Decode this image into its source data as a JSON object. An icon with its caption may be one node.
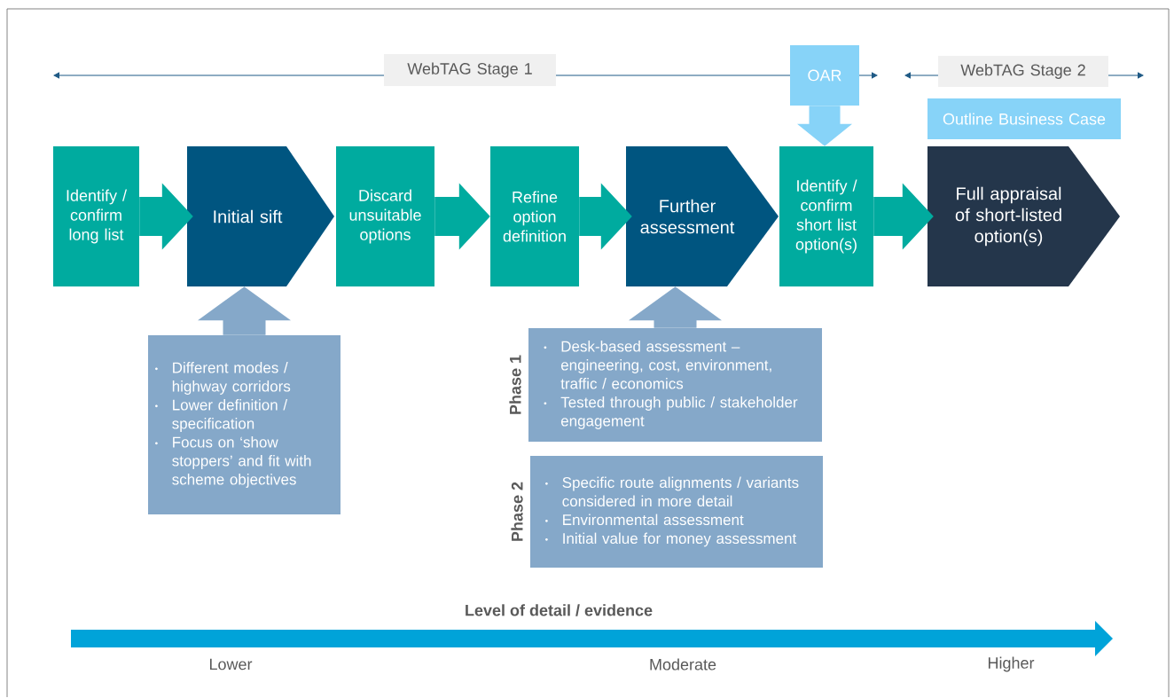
{
  "diagram": {
    "nodes": [
      {
        "text": [
          "Identify / confirm long list"
        ]
      },
      {
        "text": [
          "Initial sift"
        ]
      },
      {
        "text": [
          "Discard unsuitable options"
        ]
      },
      {
        "text": [
          "Refine option definition"
        ]
      },
      {
        "text": [
          "Further assessment"
        ]
      },
      {
        "text": [
          "Identify / confirm short list option(s)"
        ]
      },
      {
        "text": [
          "Full appraisal of short-listed option(s)"
        ]
      },
      {
        "text": [
          "OAR"
        ]
      },
      {
        "text": [
          "Outline Business Case"
        ]
      },
      {
        "text": [
          "Different modes / highway corridors",
          "Lower definition / specification",
          "Focus on ‘show stoppers’ and fit with scheme objectives"
        ]
      },
      {
        "text": [
          "Phase 1",
          "Desk-based assessment – engineering, cost, environment, traffic / economics",
          "Tested through public / stakeholder engagement"
        ]
      },
      {
        "text": [
          "Phase 2",
          "Specific route alignments / variants considered in more detail",
          "Environmental assessment",
          "Initial value for money assessment"
        ]
      },
      {
        "text": [
          "WebTAG Stage 1"
        ]
      },
      {
        "text": [
          "WebTAG Stage 2"
        ]
      }
    ],
    "edges": [
      {
        "from": 0,
        "to": 1,
        "arrow": "to"
      },
      {
        "from": 2,
        "to": 3,
        "arrow": "to"
      },
      {
        "from": 3,
        "to": 4,
        "arrow": "to"
      },
      {
        "from": 5,
        "to": 6,
        "arrow": "to"
      },
      {
        "from": 7,
        "to": 5,
        "arrow": "to",
        "color": "#87d3f8"
      },
      {
        "from": 9,
        "to": 1,
        "arrow": "to",
        "color": "#85a8c9"
      },
      {
        "from": 10,
        "to": 4,
        "arrow": "to",
        "color": "#85a8c9"
      }
    ],
    "labels": [
      "Level of detail / evidence",
      "Lower",
      "Moderate",
      "Higher"
    ]
  }
}
